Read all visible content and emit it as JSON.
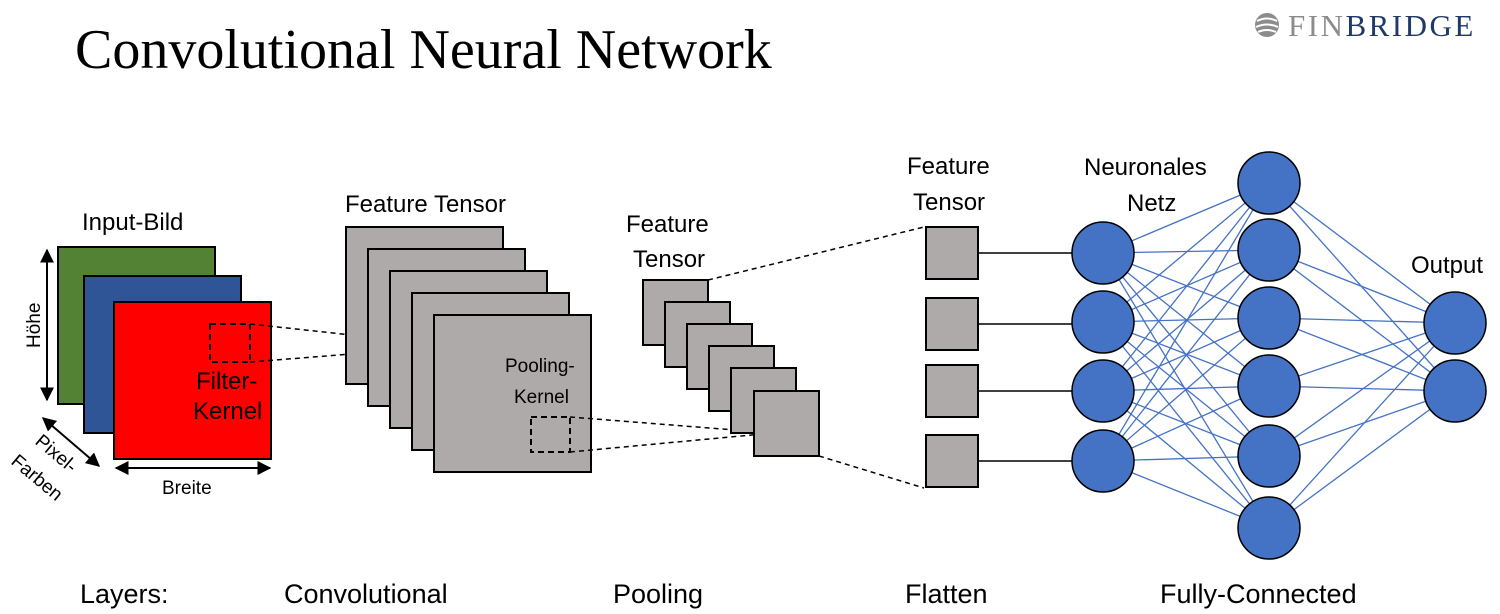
{
  "title": "Convolutional Neural Network",
  "brand": {
    "logo_icon": "globe-logo-icon",
    "fin": "FIN",
    "bridge": "BRIDGE"
  },
  "colors": {
    "input_green": "#548235",
    "input_blue": "#2f5597",
    "input_red": "#ff0000",
    "tensor_gray": "#aeaaaa",
    "neuron_blue": "#4472c4",
    "connection_blue": "#4472c4"
  },
  "labels": {
    "input_image": "Input-Bild",
    "height": "Höhe",
    "width": "Breite",
    "pixel": "Pixel-",
    "colors": "Farben",
    "filter_1": "Filter-",
    "filter_2": "Kernel",
    "feature_tensor_conv": "Feature Tensor",
    "pooling_1": "Pooling-",
    "pooling_2": "Kernel",
    "feature_1": "Feature",
    "feature_2": "Tensor",
    "flatten_feature_1": "Feature",
    "flatten_feature_2": "Tensor",
    "network_1": "Neuronales",
    "network_2": "Netz",
    "output": "Output"
  },
  "layers": {
    "header": "Layers:",
    "items": [
      "Convolutional",
      "Pooling",
      "Flatten",
      "Fully-Connected"
    ]
  }
}
